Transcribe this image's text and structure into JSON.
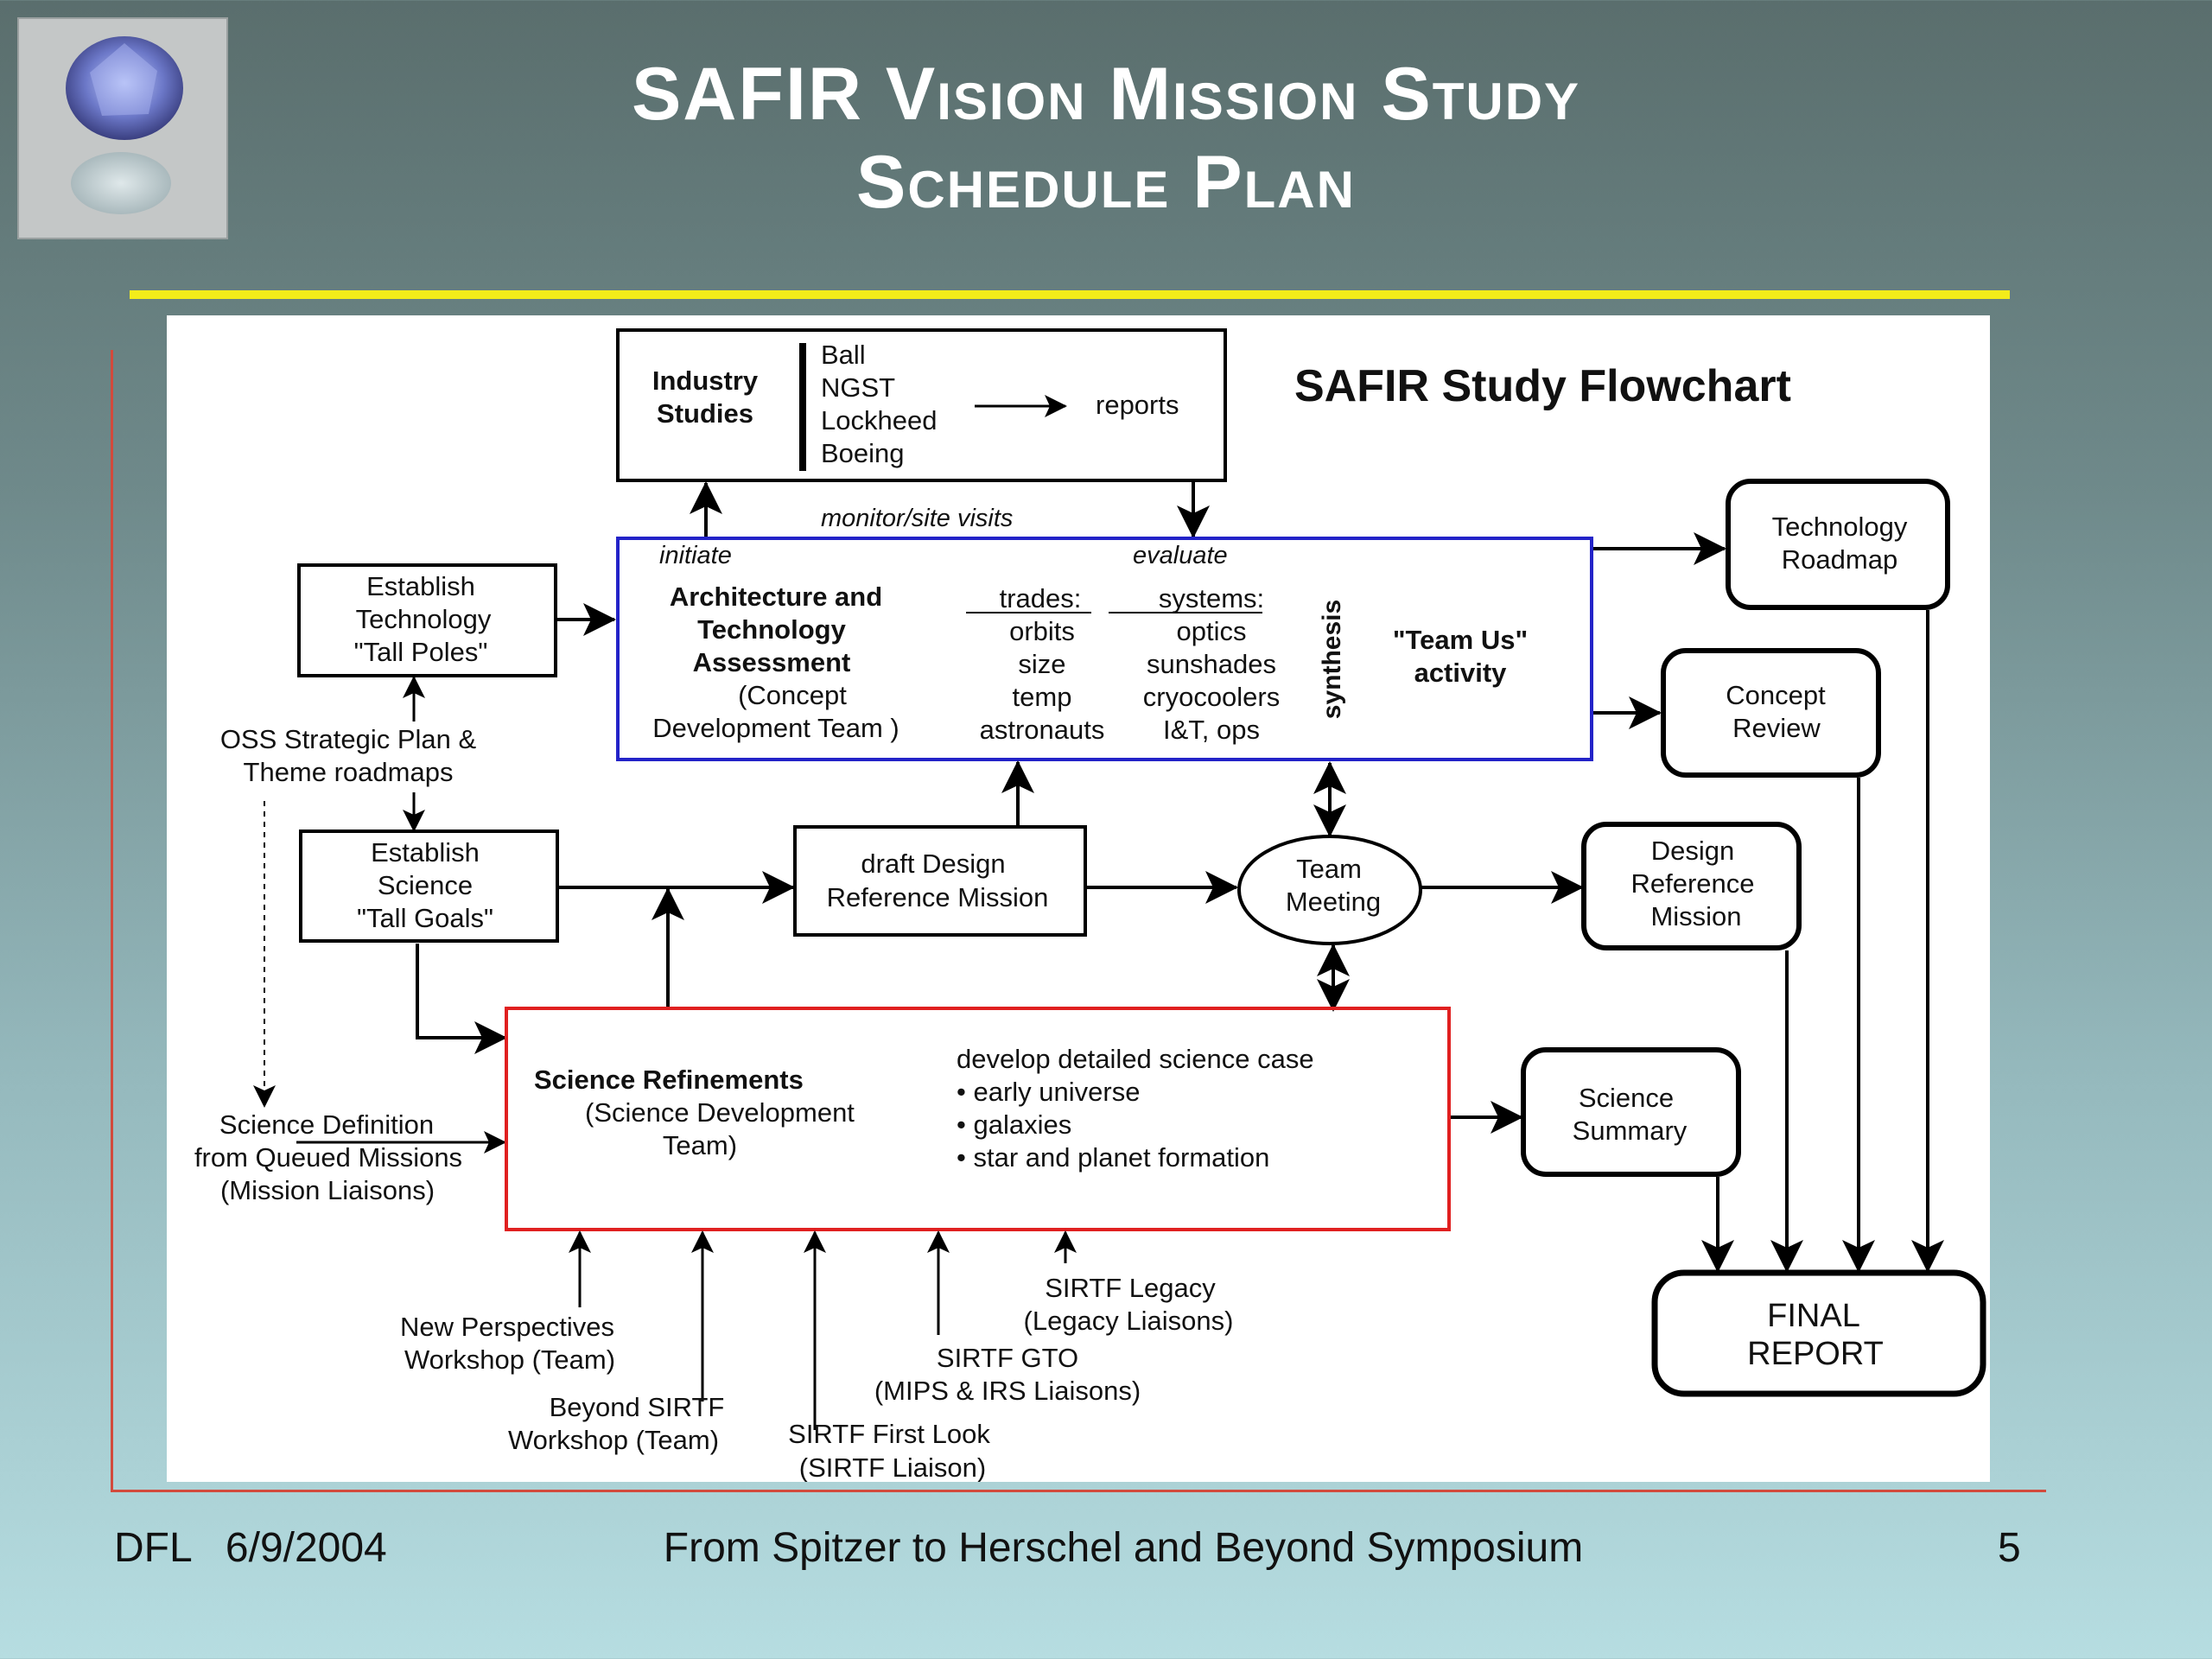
{
  "title": {
    "line1": "SAFIR Vision Mission Study",
    "line2": "Schedule  Plan"
  },
  "flowchart": {
    "heading": "SAFIR Study Flowchart",
    "industry": {
      "label1": "Industry",
      "label2": "Studies",
      "companies": [
        "Ball",
        "NGST",
        "Lockheed",
        "Boeing"
      ],
      "reports": "reports"
    },
    "monitor_label": "monitor/site visits",
    "initiate_label": "initiate",
    "evaluate_label": "evaluate",
    "arch": {
      "line1": "Architecture and",
      "line2": "Technology",
      "line3": "Assessment",
      "line4": "(Concept",
      "line5": "Development Team )",
      "trades_header": "trades:",
      "trades": [
        "orbits",
        "size",
        "temp",
        "astronauts"
      ],
      "systems_header": "systems:",
      "systems": [
        "optics",
        "sunshades",
        "cryocoolers",
        "I&T, ops"
      ],
      "synthesis": "synthesis",
      "teamus1": "\"Team Us\"",
      "teamus2": "activity"
    },
    "tech_poles": [
      "Establish",
      "Technology",
      "\"Tall Poles\""
    ],
    "oss": [
      "OSS Strategic Plan &",
      "Theme roadmaps"
    ],
    "sci_goals": [
      "Establish",
      "Science",
      "\"Tall Goals\""
    ],
    "draft_drm": [
      "draft Design",
      "Reference Mission"
    ],
    "team_meeting": [
      "Team",
      "Meeting"
    ],
    "sci_def": [
      "Science Definition",
      "from Queued Missions",
      "(Mission Liaisons)"
    ],
    "sci_ref": {
      "title": "Science Refinements",
      "sub1": "(Science Development",
      "sub2": "Team)",
      "case_header": "develop detailed science case",
      "bullets": [
        "• early universe",
        "• galaxies",
        "• star and planet formation"
      ]
    },
    "outputs": {
      "tech_roadmap": [
        "Technology",
        "Roadmap"
      ],
      "concept_review": [
        "Concept",
        "Review"
      ],
      "drm": [
        "Design",
        "Reference",
        "Mission"
      ],
      "sci_summary": [
        "Science",
        "Summary"
      ],
      "final": [
        "FINAL",
        "REPORT"
      ]
    },
    "inputs": {
      "new_perspectives": [
        "New Perspectives",
        "Workshop (Team)"
      ],
      "beyond_sirtf": [
        "Beyond SIRTF",
        "Workshop (Team)"
      ],
      "first_look": [
        "SIRTF First Look",
        "(SIRTF Liaison)"
      ],
      "gto": [
        "SIRTF GTO",
        "(MIPS & IRS Liaisons)"
      ],
      "legacy": [
        "SIRTF Legacy",
        "(Legacy Liaisons)"
      ]
    }
  },
  "footer": {
    "left": "DFL   6/9/2004",
    "center": "From Spitzer to Herschel and Beyond Symposium",
    "page": "5"
  },
  "colors": {
    "title": "#ffffff",
    "rule": "#f3ec1a",
    "arch_box": "#2323c8",
    "sci_box": "#e02020",
    "frame": "#d24a3c"
  }
}
